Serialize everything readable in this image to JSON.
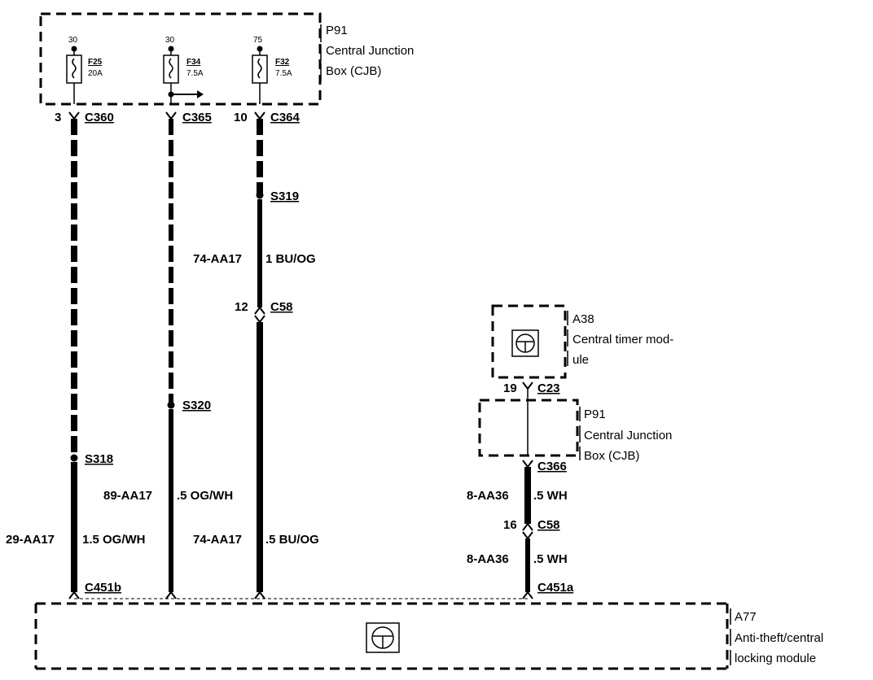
{
  "top_cjb": {
    "code": "P91",
    "name_line1": "Central Junction",
    "name_line2": "Box (CJB)",
    "fuses": [
      {
        "supply": "30",
        "id": "F25",
        "rating": "20A"
      },
      {
        "supply": "30",
        "id": "F34",
        "rating": "7.5A"
      },
      {
        "supply": "75",
        "id": "F32",
        "rating": "7.5A"
      }
    ]
  },
  "connectors": {
    "c360": {
      "pin": "3",
      "name": "C360"
    },
    "c365": {
      "name": "C365"
    },
    "c364": {
      "pin": "10",
      "name": "C364"
    },
    "c58_top": {
      "pin": "12",
      "name": "C58"
    },
    "c23": {
      "pin": "19",
      "name": "C23"
    },
    "c366": {
      "name": "C366"
    },
    "c58_low": {
      "pin": "16",
      "name": "C58"
    },
    "c451b": {
      "name": "C451b"
    },
    "c451a": {
      "name": "C451a"
    }
  },
  "splices": {
    "s319": "S319",
    "s320": "S320",
    "s318": "S318"
  },
  "wires": {
    "w1_circuit": "74-AA17",
    "w1_spec": "1 BU/OG",
    "w2_circuit": "89-AA17",
    "w2_spec": ".5 OG/WH",
    "w3_circuit": "29-AA17",
    "w3_spec": "1.5 OG/WH",
    "w4_circuit": "74-AA17",
    "w4_spec": ".5 BU/OG",
    "w5_circuit": "8-AA36",
    "w5_spec": ".5 WH",
    "w6_circuit": "8-AA36",
    "w6_spec": ".5 WH"
  },
  "timer_module": {
    "code": "A38",
    "name_line1": "Central timer mod-",
    "name_line2": "ule"
  },
  "mid_cjb": {
    "code": "P91",
    "name_line1": "Central Junction",
    "name_line2": "Box (CJB)"
  },
  "locking_module": {
    "code": "A77",
    "name_line1": "Anti-theft/central",
    "name_line2": "locking module"
  }
}
